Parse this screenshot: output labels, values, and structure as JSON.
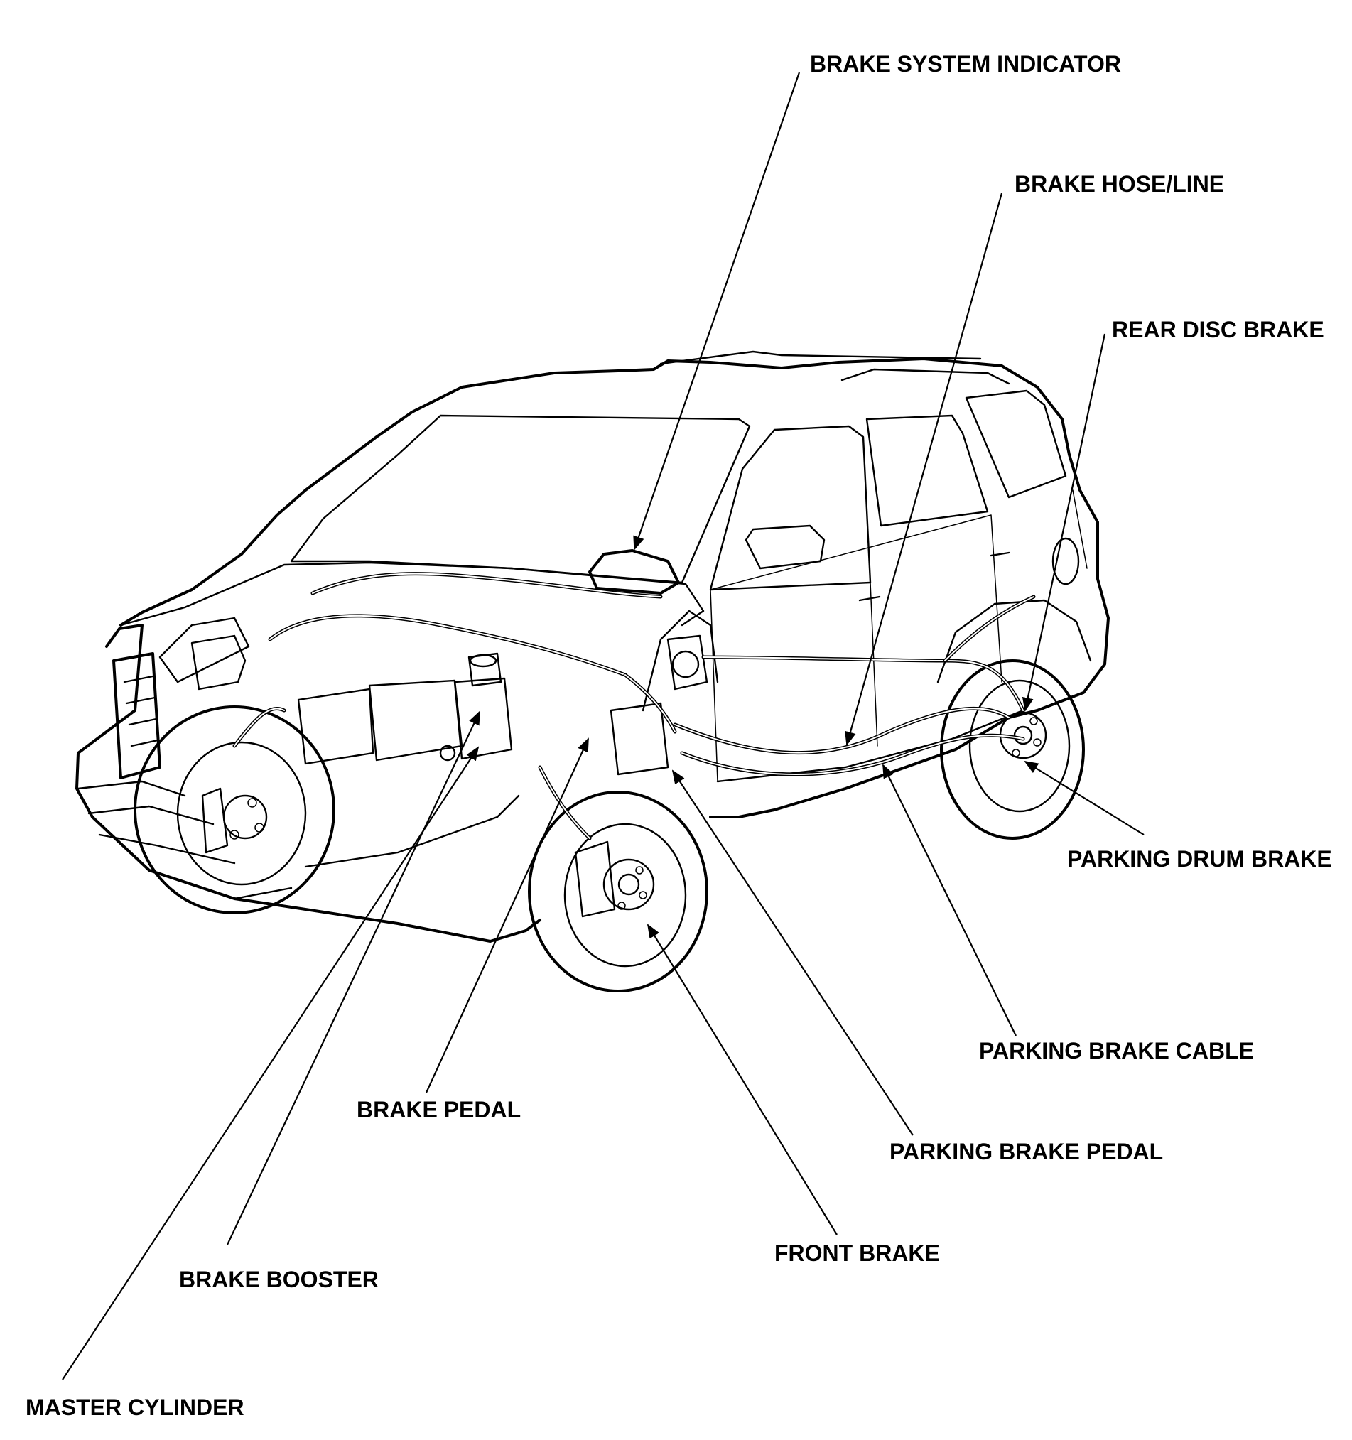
{
  "diagram": {
    "labels": {
      "brake_system_indicator": "BRAKE SYSTEM INDICATOR",
      "brake_hose_line": "BRAKE HOSE/LINE",
      "rear_disc_brake": "REAR DISC BRAKE",
      "parking_drum_brake": "PARKING DRUM BRAKE",
      "parking_brake_cable": "PARKING BRAKE CABLE",
      "parking_brake_pedal": "PARKING BRAKE PEDAL",
      "front_brake": "FRONT BRAKE",
      "brake_pedal": "BRAKE PEDAL",
      "brake_booster": "BRAKE BOOSTER",
      "master_cylinder": "MASTER CYLINDER"
    }
  }
}
